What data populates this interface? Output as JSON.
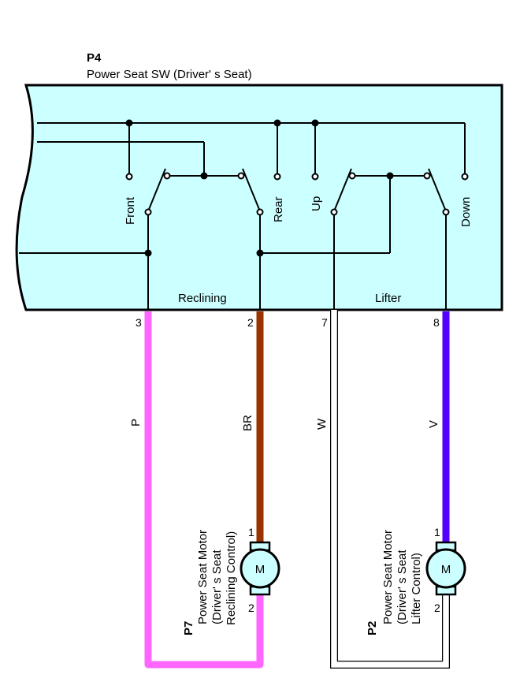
{
  "switch": {
    "code": "P4",
    "name": "Power Seat SW (Driver' s Seat)",
    "positions": {
      "front": "Front",
      "rear": "Rear",
      "up": "Up",
      "down": "Down"
    },
    "sections": {
      "reclining": "Reclining",
      "lifter": "Lifter"
    }
  },
  "pins": {
    "p3": "3",
    "p2": "2",
    "p7": "7",
    "p8": "8"
  },
  "wires": {
    "p": {
      "code": "P",
      "color": "#ff66ff"
    },
    "br": {
      "code": "BR",
      "color": "#993300"
    },
    "w": {
      "code": "W",
      "color": "#ffffff"
    },
    "v": {
      "code": "V",
      "color": "#5500ff"
    }
  },
  "motor_reclining": {
    "code": "P7",
    "line1": "Power Seat Motor",
    "line2": "(Driver' s Seat",
    "line3": "Reclining Control)",
    "symbol": "M",
    "pin_top": "1",
    "pin_bottom": "2"
  },
  "motor_lifter": {
    "code": "P2",
    "line1": "Power Seat Motor",
    "line2": "(Driver' s Seat",
    "line3": "Lifter Control)",
    "symbol": "M",
    "pin_top": "1",
    "pin_bottom": "2"
  },
  "colors": {
    "switch_body": "#ccffff",
    "motor_body": "#ccffff",
    "line": "#000000"
  }
}
